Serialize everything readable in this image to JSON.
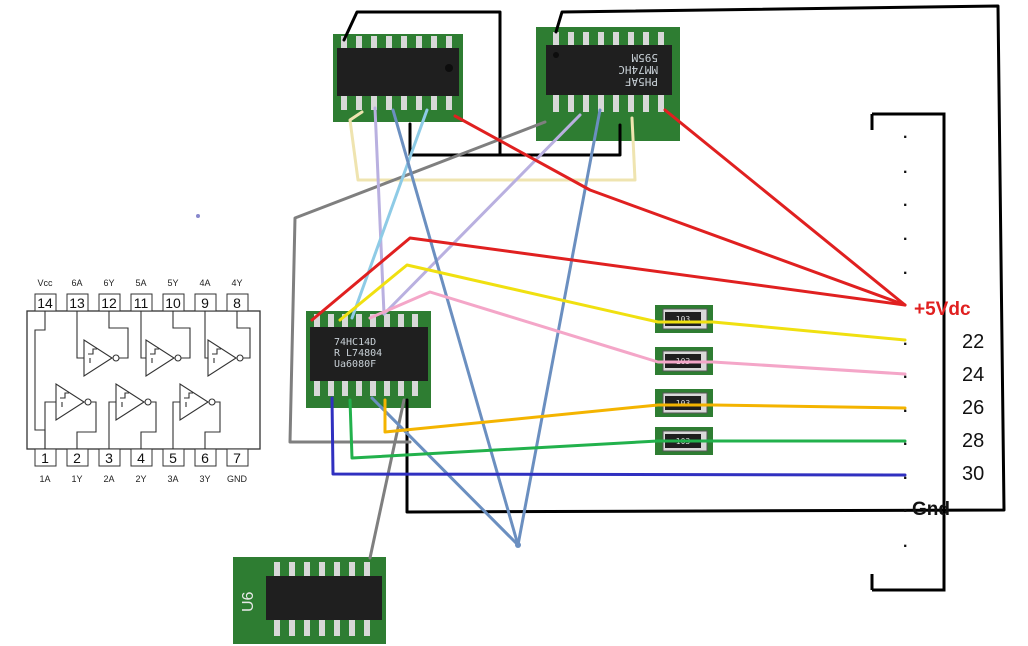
{
  "pinout": {
    "top_labels": [
      "Vcc",
      "6A",
      "6Y",
      "5A",
      "5Y",
      "4A",
      "4Y"
    ],
    "top_numbers": [
      "14",
      "13",
      "12",
      "11",
      "10",
      "9",
      "8"
    ],
    "bottom_numbers": [
      "1",
      "2",
      "3",
      "4",
      "5",
      "6",
      "7"
    ],
    "bottom_labels": [
      "1A",
      "1Y",
      "2A",
      "2Y",
      "3A",
      "3Y",
      "GND"
    ]
  },
  "chips": {
    "right_top_marking": [
      "PH5AF",
      "MM74HC",
      "595M"
    ],
    "middle_marking": [
      "74HC14D",
      "R L74804",
      "Ua6080F"
    ],
    "u6_label": "U6"
  },
  "resistor_label": "103",
  "header": {
    "dots": [
      ".",
      ".",
      ".",
      ".",
      ".",
      ".",
      ".",
      ".",
      ".",
      ".",
      ".",
      ".",
      "."
    ],
    "vdc_label": "+5Vdc",
    "pin_labels": [
      "22",
      "24",
      "26",
      "28",
      "30"
    ],
    "gnd_label": "Gnd"
  },
  "colors": {
    "pcb_green": "#2e7d32",
    "chip_black": "#1f1f1f",
    "wire_black": "#000000",
    "wire_red": "#e02020",
    "wire_yellow": "#f0e010",
    "wire_pink": "#f4a6c8",
    "wire_orange": "#f4b400",
    "wire_green": "#22b14c",
    "wire_blue": "#3030c0",
    "wire_steel": "#6b8fc0",
    "wire_grey": "#7f7f7f",
    "wire_lavender": "#b9b0e0",
    "wire_lightblue": "#8ecbe6",
    "wire_tan": "#efe4b0"
  }
}
